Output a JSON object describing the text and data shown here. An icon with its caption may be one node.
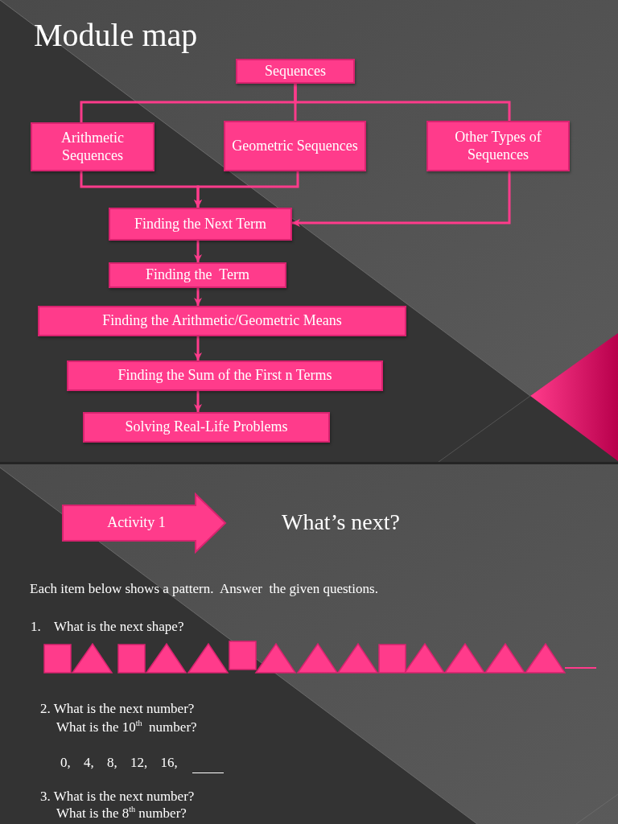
{
  "diagram": {
    "title": "Module map",
    "nodes": [
      {
        "text": [
          "Sequences"
        ]
      },
      {
        "text": [
          "Arithmetic Sequences"
        ]
      },
      {
        "text": [
          "Geometric Sequences"
        ]
      },
      {
        "text": [
          "Other Types of Sequences"
        ]
      },
      {
        "text": [
          "Finding the Next Term"
        ]
      },
      {
        "text": [
          "Finding the  Term"
        ]
      },
      {
        "text": [
          "Finding the Arithmetic/Geometric Means"
        ]
      },
      {
        "text": [
          "Finding the Sum of the First n Terms"
        ]
      },
      {
        "text": [
          "Solving Real-Life Problems"
        ]
      },
      {
        "text": [
          "Activity 1"
        ]
      }
    ],
    "edges": [
      {
        "from": 0,
        "to": 1,
        "arrow": "none"
      },
      {
        "from": 0,
        "to": 2,
        "arrow": "none"
      },
      {
        "from": 0,
        "to": 3,
        "arrow": "none"
      },
      {
        "from": 1,
        "to": 4,
        "arrow": "to"
      },
      {
        "from": 2,
        "to": 4,
        "arrow": "to"
      },
      {
        "from": 3,
        "to": 4,
        "arrow": "to"
      },
      {
        "from": 4,
        "to": 5,
        "arrow": "to"
      },
      {
        "from": 5,
        "to": 6,
        "arrow": "to"
      },
      {
        "from": 6,
        "to": 7,
        "arrow": "to"
      },
      {
        "from": 7,
        "to": 8,
        "arrow": "to"
      }
    ],
    "labels": [
      "What’s next?",
      "Each item below shows a pattern.  Answer  the given questions.",
      "1.",
      "What is the next shape?",
      "2. What is the next number?",
      "What is the 10$^{th}$  number?",
      "0, 4, 8, 12, 16,",
      "3. What is the next number?",
      "What is the 8$^{th}$ number?"
    ]
  }
}
